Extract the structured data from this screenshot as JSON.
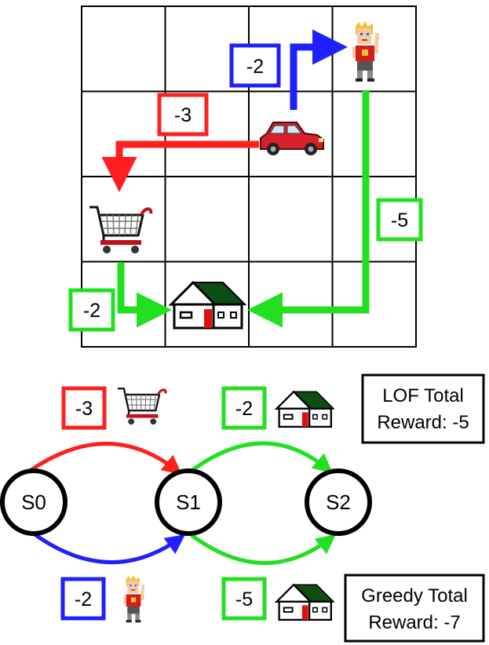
{
  "grid_map": {
    "rows": 4,
    "cols": 4,
    "edge_labels": [
      {
        "id": "blue-car-to-person",
        "text": "-2",
        "color": "#1f1fff"
      },
      {
        "id": "red-car-to-cart",
        "text": "-3",
        "color": "#ff1f1f"
      },
      {
        "id": "green-person-to-house",
        "text": "-5",
        "color": "#22e01f"
      },
      {
        "id": "green-cart-to-house",
        "text": "-2",
        "color": "#22e01f"
      }
    ],
    "icons": [
      "car-icon",
      "person-icon",
      "shopping-cart-icon",
      "house-icon"
    ]
  },
  "mdp_graph": {
    "states": [
      "S0",
      "S1",
      "S2"
    ],
    "transitions": [
      {
        "id": "s0-s1-top",
        "from": "S0",
        "to": "S1",
        "reward": "-3",
        "color": "#ff1f1f",
        "icon": "shopping-cart-icon"
      },
      {
        "id": "s1-s2-top",
        "from": "S1",
        "to": "S2",
        "reward": "-2",
        "color": "#22e01f",
        "icon": "house-icon"
      },
      {
        "id": "s0-s1-bottom",
        "from": "S0",
        "to": "S1",
        "reward": "-2",
        "color": "#1f1fff",
        "icon": "person-icon"
      },
      {
        "id": "s1-s2-bottom",
        "from": "S1",
        "to": "S2",
        "reward": "-5",
        "color": "#22e01f",
        "icon": "house-icon"
      }
    ],
    "totals": {
      "lof_line1": "LOF Total",
      "lof_line2": "Reward: -5",
      "greedy_line1": "Greedy Total",
      "greedy_line2": "Reward: -7"
    }
  },
  "colors": {
    "red": "#ff1f1f",
    "green": "#22e01f",
    "blue": "#1f1fff",
    "black": "#000000"
  }
}
